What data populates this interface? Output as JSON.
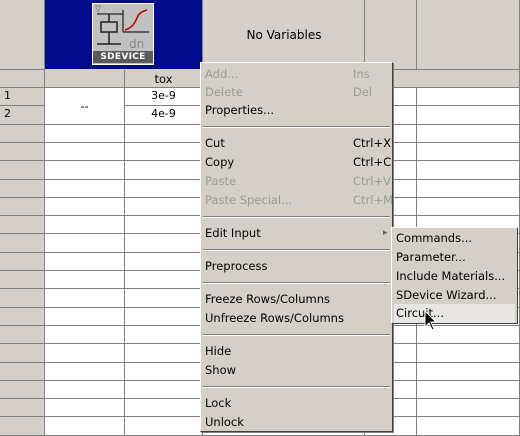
{
  "tool": {
    "label": "SDEVICE"
  },
  "header": {
    "no_variables": "No Variables",
    "param_column": "tox"
  },
  "rows": [
    {
      "num": "1",
      "tox": "3e-9"
    },
    {
      "num": "2",
      "tox": "4e-9"
    }
  ],
  "merged_cell": "--",
  "context_menu": {
    "add": "Add...",
    "add_acc": "Ins",
    "delete": "Delete",
    "delete_acc": "Del",
    "properties": "Properties...",
    "cut": "Cut",
    "cut_acc": "Ctrl+X",
    "copy": "Copy",
    "copy_acc": "Ctrl+C",
    "paste": "Paste",
    "paste_acc": "Ctrl+V",
    "paste_special": "Paste Special...",
    "paste_special_acc": "Ctrl+M",
    "edit_input": "Edit Input",
    "preprocess": "Preprocess",
    "freeze": "Freeze Rows/Columns",
    "unfreeze": "Unfreeze Rows/Columns",
    "hide": "Hide",
    "show": "Show",
    "lock": "Lock",
    "unlock": "Unlock"
  },
  "submenu": {
    "commands": "Commands...",
    "parameter": "Parameter...",
    "include_materials": "Include Materials...",
    "sdevice_wizard": "SDevice Wizard...",
    "circuit": "Circuit..."
  }
}
